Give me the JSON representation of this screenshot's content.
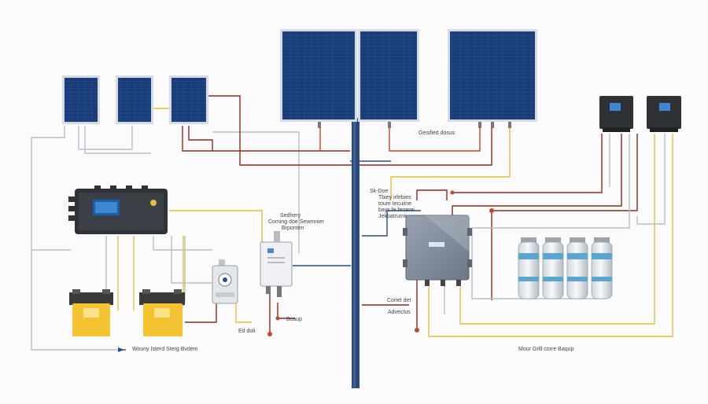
{
  "colors": {
    "background": "#fbfbfc",
    "panel": "#1c3f7a",
    "panel_frame": "#cfd6df",
    "wire_red": "#8f2a1f",
    "wire_yellow": "#e5bf3c",
    "wire_gray": "#b7bcc3",
    "wire_blue": "#2a4f86",
    "battery": "#f3c332",
    "battery_cap": "#3a3a3a"
  },
  "icons": [
    "solar-panel-icon",
    "inverter-icon",
    "charge-controller-icon",
    "battery-icon",
    "junction-box-icon",
    "meter-icon",
    "gas-cylinder-icon",
    "mounting-pole-icon"
  ],
  "labels": {
    "combiner_title": "Gesified dosus",
    "controller_label_1": "Sedhery",
    "controller_label_2": "Coming doe Sewmnier",
    "controller_label_3": "Brponten",
    "junction_label_1": "Sk-Doe",
    "junction_label_2": "Tbiey irfebies",
    "junction_label_3": "toure tecuiine",
    "junction_label_4": "bays fe fenerei",
    "junction_label_5": "Jekbatrume",
    "grid_label_1": "Coriet det",
    "grid_label_2": "Advectus",
    "meter_label": "Ed doli",
    "breaker_label": "Bcaup",
    "battery_system": "Wouny Isterd Sterg Bvdem",
    "grid_backup": "Mour Grill corre Baqup"
  }
}
